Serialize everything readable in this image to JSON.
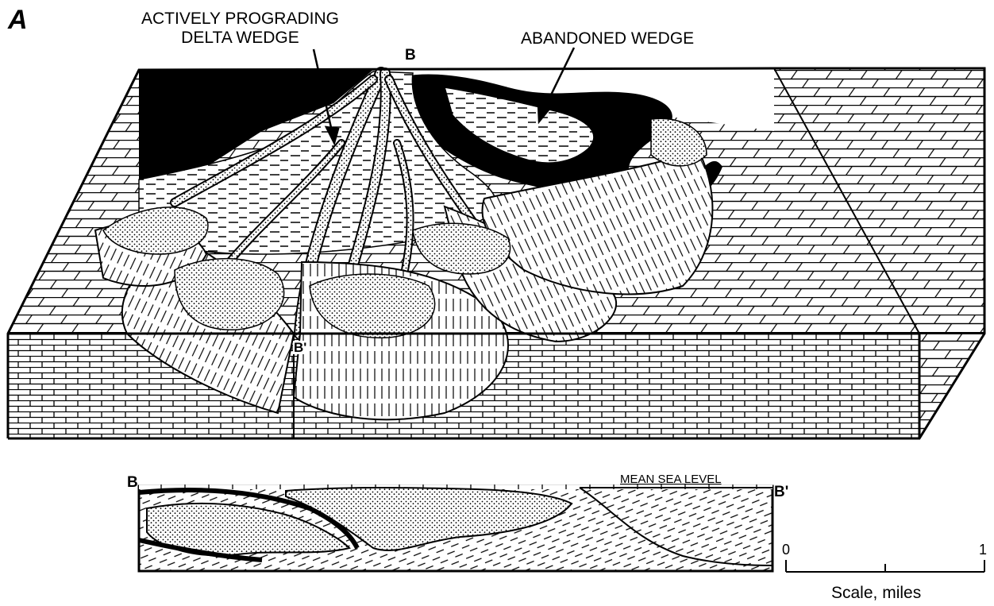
{
  "figure": {
    "letter": "A"
  },
  "labels": {
    "active_line1": "ACTIVELY PROGRADING",
    "active_line2": "DELTA WEDGE",
    "abandoned": "ABANDONED WEDGE",
    "b_top": "B",
    "b_prime_block": "B'",
    "b_section": "B",
    "b_prime_section": "B'",
    "mean_sea_level": "MEAN SEA LEVEL"
  },
  "scale": {
    "min": "0",
    "max": "1",
    "unit_label": "Scale, miles"
  }
}
